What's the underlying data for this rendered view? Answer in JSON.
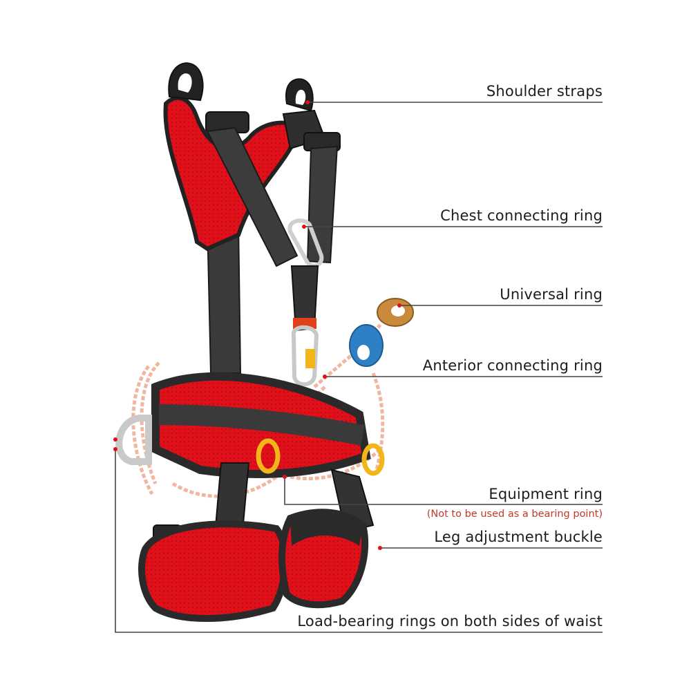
{
  "labels": {
    "shoulder_straps": "Shoulder straps",
    "chest_ring": "Chest connecting ring",
    "universal_ring": "Universal ring",
    "anterior_ring": "Anterior connecting ring",
    "equipment_ring": "Equipment ring",
    "equipment_note": "(Not to be used as a bearing point)",
    "leg_buckle": "Leg adjustment buckle",
    "waist_rings": "Load-bearing rings on both sides of waist"
  },
  "colors": {
    "padding_red": "#e0101a",
    "webbing": "#3a3a3a",
    "rope": "#f0b6a0",
    "gold_ring": "#f2b61a",
    "blue_swivel": "#2e7fc4",
    "copper_swivel": "#c98a3e",
    "note_red": "#c0392b"
  }
}
